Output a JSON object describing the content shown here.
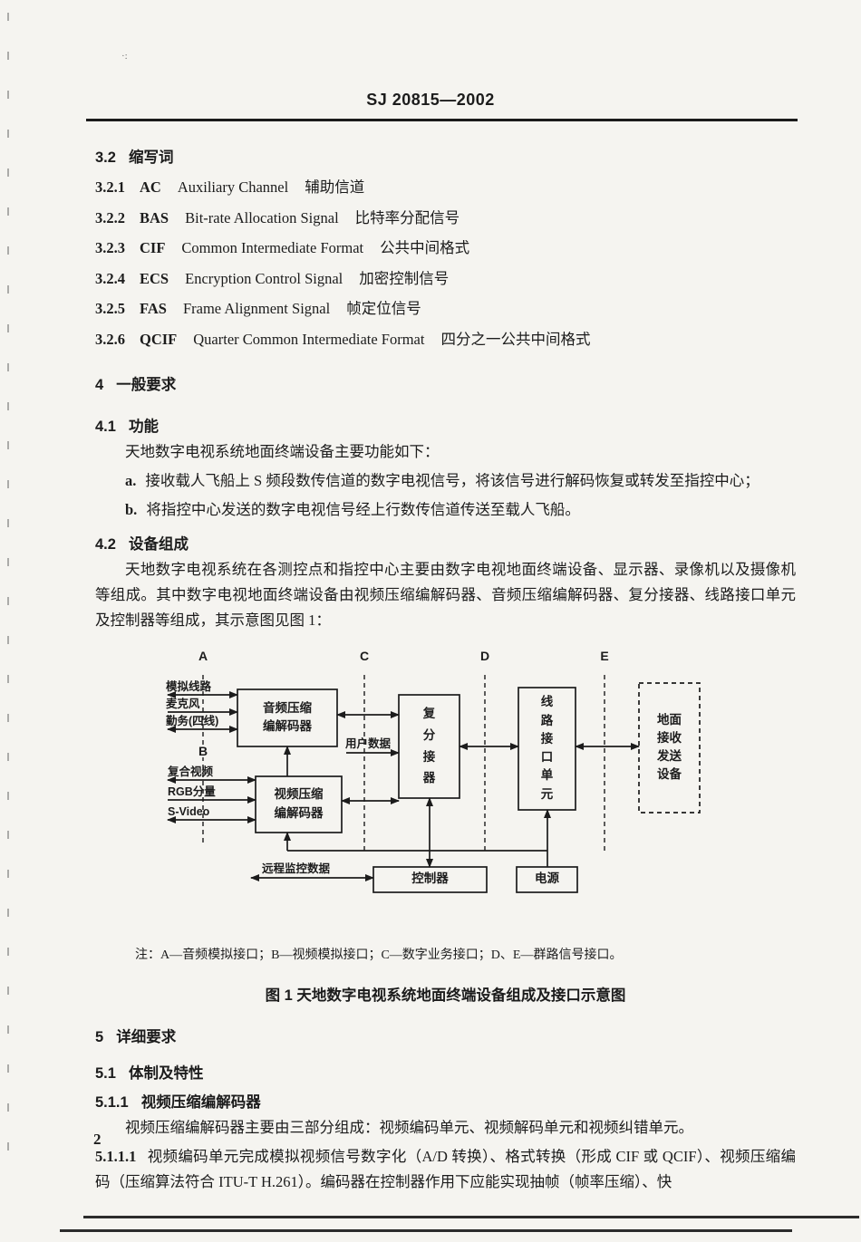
{
  "header": {
    "doc_number": "SJ 20815—2002"
  },
  "sec_3_2": {
    "num": "3.2",
    "title": "缩写词",
    "items": [
      {
        "num": "3.2.1",
        "abbr": "AC",
        "full": "Auxiliary Channel",
        "cn": "辅助信道"
      },
      {
        "num": "3.2.2",
        "abbr": "BAS",
        "full": "Bit-rate Allocation Signal",
        "cn": "比特率分配信号"
      },
      {
        "num": "3.2.3",
        "abbr": "CIF",
        "full": "Common Intermediate Format",
        "cn": "公共中间格式"
      },
      {
        "num": "3.2.4",
        "abbr": "ECS",
        "full": "Encryption Control Signal",
        "cn": "加密控制信号"
      },
      {
        "num": "3.2.5",
        "abbr": "FAS",
        "full": "Frame Alignment Signal",
        "cn": "帧定位信号"
      },
      {
        "num": "3.2.6",
        "abbr": "QCIF",
        "full": "Quarter Common Intermediate Format",
        "cn": "四分之一公共中间格式"
      }
    ]
  },
  "sec_4": {
    "num": "4",
    "title": "一般要求"
  },
  "sec_4_1": {
    "num": "4.1",
    "title": "功能",
    "intro": "天地数字电视系统地面终端设备主要功能如下：",
    "item_a_label": "a.",
    "item_a_text": "接收载人飞船上 S 频段数传信道的数字电视信号，将该信号进行解码恢复或转发至指控中心；",
    "item_b_label": "b.",
    "item_b_text": "将指控中心发送的数字电视信号经上行数传信道传送至载人飞船。"
  },
  "sec_4_2": {
    "num": "4.2",
    "title": "设备组成",
    "body": "天地数字电视系统在各测控点和指控中心主要由数字电视地面终端设备、显示器、录像机以及摄像机等组成。其中数字电视地面终端设备由视频压缩编解码器、音频压缩编解码器、复分接器、线路接口单元及控制器等组成，其示意图见图 1："
  },
  "figure": {
    "plane_a": "A",
    "plane_b": "B",
    "plane_c": "C",
    "plane_d": "D",
    "plane_e": "E",
    "input_analog_line": "模拟线路",
    "input_mic": "麦克风",
    "input_orderwire": "勤务(四线)",
    "input_composite": "复合视频",
    "input_rgb": "RGB分量",
    "input_svideo": "S-Video",
    "user_data": "用户数据",
    "remote_monitor": "远程监控数据",
    "box_audio_codec": "音频压缩\n编解码器",
    "box_video_codec": "视频压缩\n编解码器",
    "box_mux": "复\n分\n接\n器",
    "box_line_interface": "线\n路\n接\n口\n单\n元",
    "box_ground_equipment": "地面\n接收\n发送\n设备",
    "box_controller": "控制器",
    "box_power": "电源",
    "note": "注：A—音频模拟接口；B—视频模拟接口；C—数字业务接口；D、E—群路信号接口。",
    "caption": "图 1  天地数字电视系统地面终端设备组成及接口示意图"
  },
  "sec_5": {
    "num": "5",
    "title": "详细要求"
  },
  "sec_5_1": {
    "num": "5.1",
    "title": "体制及特性"
  },
  "sec_5_1_1": {
    "num": "5.1.1",
    "title": "视频压缩编解码器",
    "body": "视频压缩编解码器主要由三部分组成：视频编码单元、视频解码单元和视频纠错单元。"
  },
  "sec_5_1_1_1": {
    "num": "5.1.1.1",
    "body": "视频编码单元完成模拟视频信号数字化（A/D 转换）、格式转换（形成 CIF 或 QCIF）、视频压缩编码（压缩算法符合 ITU-T  H.261）。编码器在控制器作用下应能实现抽帧（帧率压缩）、快"
  },
  "footer": {
    "page_number": "2"
  }
}
